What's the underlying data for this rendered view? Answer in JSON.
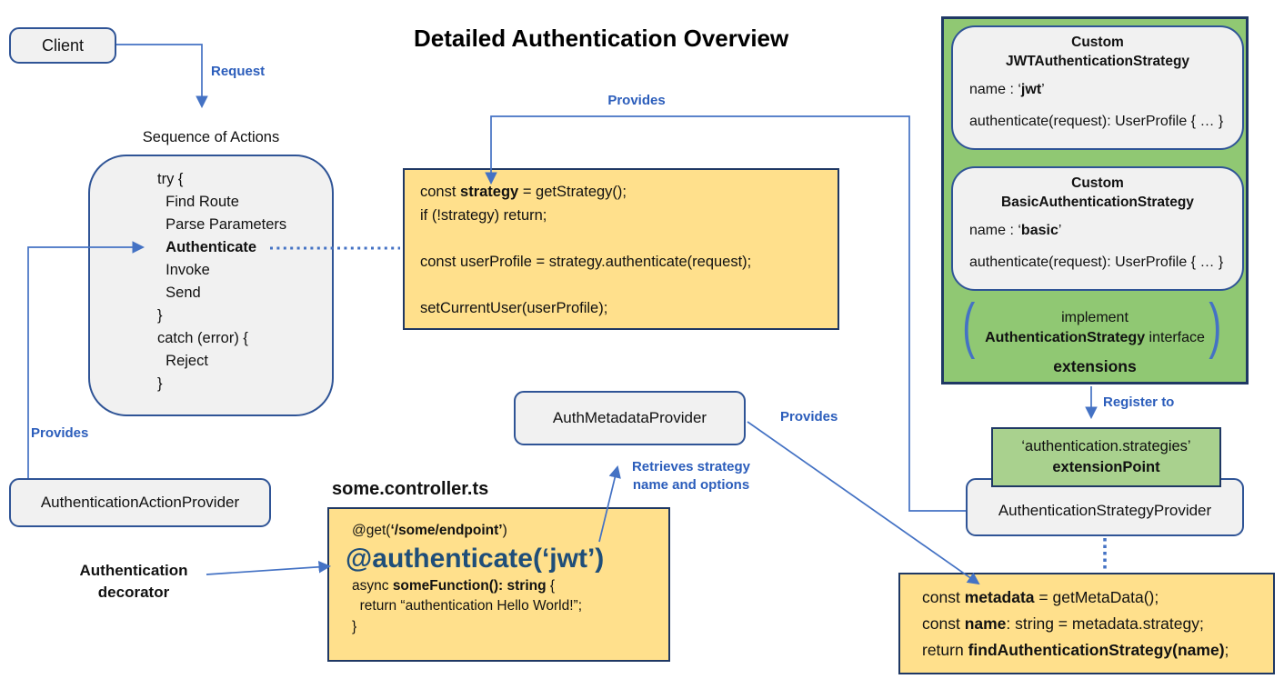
{
  "title": "Detailed Authentication Overview",
  "client": {
    "label": "Client"
  },
  "labels": {
    "request": "Request",
    "provides_left": "Provides",
    "provides_top": "Provides",
    "provides_mid": "Provides",
    "register_to": "Register to",
    "retrieves_line1": "Retrieves strategy",
    "retrieves_line2": [
      {
        "t": "name",
        "b": true
      },
      {
        "t": " and options"
      }
    ],
    "decorator_line1": "Authentication",
    "decorator_line2": "decorator"
  },
  "sequence": {
    "title": "Sequence of Actions",
    "lines": [
      "try {",
      "  Find Route",
      "  Parse Parameters",
      [
        {
          "t": "  "
        },
        {
          "t": "Authenticate",
          "b": true
        }
      ],
      "  Invoke",
      "  Send",
      "}",
      "catch (error) {",
      "  Reject",
      "}"
    ]
  },
  "providers": {
    "action": "AuthenticationActionProvider",
    "strategy": "AuthenticationStrategyProvider",
    "metadata": "AuthMetadataProvider"
  },
  "strategy_code": {
    "lines": [
      [
        {
          "t": "const "
        },
        {
          "t": "strategy",
          "b": true
        },
        {
          "t": " = getStrategy();"
        }
      ],
      "if (!strategy) return;",
      [],
      "const userProfile = strategy.authenticate(request);",
      [],
      "setCurrentUser(userProfile);"
    ]
  },
  "metadata_code": {
    "lines": [
      [
        {
          "t": "const "
        },
        {
          "t": "metadata",
          "b": true
        },
        {
          "t": " = getMetaData();"
        }
      ],
      [
        {
          "t": "const "
        },
        {
          "t": "name",
          "b": true
        },
        {
          "t": ": string = metadata.strategy;"
        }
      ],
      [
        {
          "t": "return "
        },
        {
          "t": "findAuthenticationStrategy(name)",
          "b": true
        },
        {
          "t": ";"
        }
      ]
    ]
  },
  "controller": {
    "title": "some.controller.ts",
    "get_line": [
      {
        "t": "@get("
      },
      {
        "t": "‘/some/endpoint’",
        "b": true
      },
      {
        "t": ")"
      }
    ],
    "authenticate_line": "@authenticate(‘jwt’)",
    "body_lines": [
      [
        {
          "t": "async "
        },
        {
          "t": "someFunction(): string",
          "b": true
        },
        {
          "t": " {"
        }
      ],
      "  return “authentication Hello World!”;",
      "}"
    ]
  },
  "extensions_panel": {
    "jwt": {
      "title_line1": "Custom",
      "title_line2": "JWTAuthenticationStrategy",
      "name_line": [
        {
          "t": "name : ‘"
        },
        {
          "t": "jwt",
          "b": true
        },
        {
          "t": "’"
        }
      ],
      "signature": "authenticate(request): UserProfile { … }"
    },
    "basic": {
      "title_line1": "Custom",
      "title_line2": "BasicAuthenticationStrategy",
      "name_line": [
        {
          "t": "name : ‘"
        },
        {
          "t": "basic",
          "b": true
        },
        {
          "t": "’"
        }
      ],
      "signature": "authenticate(request): UserProfile { … }"
    },
    "implement_line1": "implement",
    "implement_line2": [
      {
        "t": "AuthenticationStrategy",
        "b": true
      },
      {
        "t": " interface"
      }
    ],
    "bracket_left": "(",
    "bracket_right": ")",
    "extensions_label": "extensions"
  },
  "extension_point": {
    "line1": "‘authentication.strategies’",
    "line2": "extensionPoint"
  },
  "colors": {
    "accent_blue": "#4472c4",
    "label_blue": "#2b5dbb",
    "navy_border": "#1f3864",
    "box_border_blue": "#2f5496",
    "yellow_fill": "#ffe08c",
    "green_fill": "#90c873",
    "light_green_fill": "#a9d18e",
    "gray_fill": "#f1f1f1",
    "decorator_navy": "#1f4e79"
  }
}
